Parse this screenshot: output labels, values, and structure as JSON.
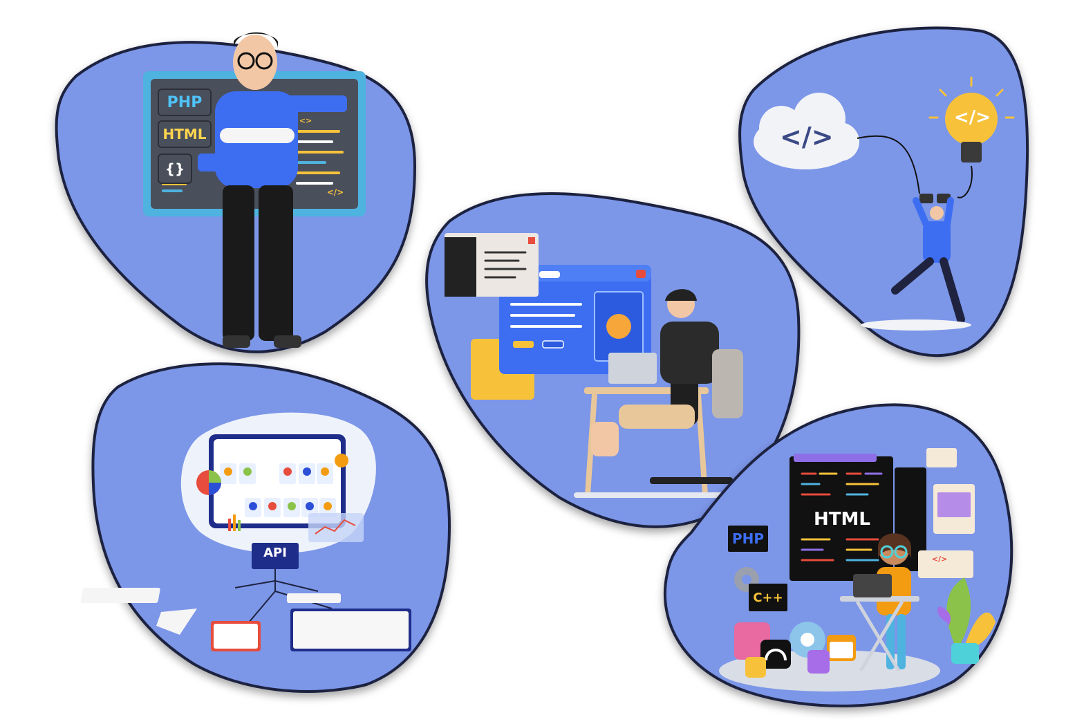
{
  "colors": {
    "blob": "#7b96e8",
    "blob_outline": "#1f2340",
    "panel": "#4a4f5c",
    "frame": "#4fb3e0",
    "accent_yellow": "#f7c23a",
    "shirt_blue": "#3d6ef2",
    "dark": "#111111"
  },
  "tile1": {
    "tags": [
      "PHP",
      "HTML",
      "{}"
    ],
    "code_tag": "<>",
    "end_tag": "</>"
  },
  "tile2": {
    "cloud_code": "</>",
    "bulb_code": "</>"
  },
  "tile3": {
    "api_label": "API"
  },
  "tile5": {
    "html_label": "HTML",
    "php_label": "PHP",
    "cpp_label": "C++",
    "code_tag": "</>"
  },
  "icons": [
    "person-icon",
    "code-board-icon",
    "cloud-icon",
    "lightbulb-icon",
    "plug-icon",
    "laptop-icon",
    "gear-icon",
    "dashboard-icon",
    "chart-icon",
    "folder-icon",
    "headphones-icon",
    "phone-icon"
  ]
}
